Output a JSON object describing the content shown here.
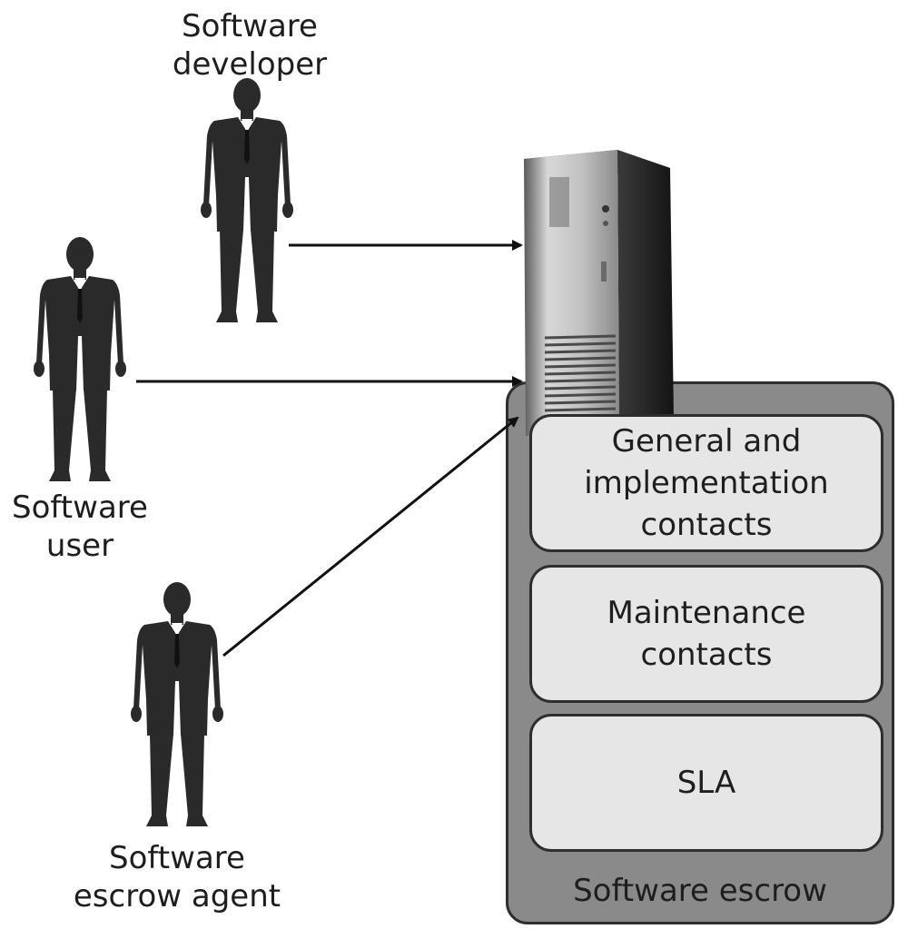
{
  "actors": {
    "developer": {
      "lines": [
        "Software",
        "developer"
      ]
    },
    "user": {
      "lines": [
        "Software",
        "user"
      ]
    },
    "agent": {
      "lines": [
        "Software",
        "escrow agent"
      ]
    }
  },
  "escrow": {
    "caption": "Software escrow",
    "boxes": [
      {
        "lines": [
          "General and",
          "implementation",
          "contacts"
        ]
      },
      {
        "lines": [
          "Maintenance",
          "contacts"
        ]
      },
      {
        "lines": [
          "SLA"
        ]
      }
    ]
  },
  "colors": {
    "silhouette": "#2a2a2a",
    "escrow_fill": "#8a8a8a",
    "box_fill": "#e6e6e6",
    "server_dark": "#2b2b2b",
    "server_light": "#bdbdbd"
  },
  "icons": {
    "server": "server-tower-icon",
    "person": "businessman-silhouette-icon"
  }
}
